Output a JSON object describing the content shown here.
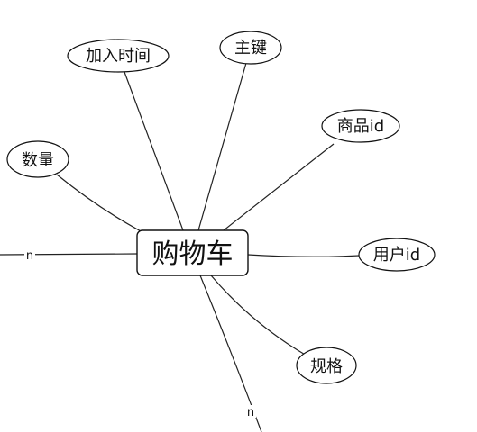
{
  "entity": {
    "label": "购物车"
  },
  "attributes": [
    {
      "id": "join-time",
      "label": "加入时间"
    },
    {
      "id": "primary-key",
      "label": "主键"
    },
    {
      "id": "product-id",
      "label": "商品id"
    },
    {
      "id": "quantity",
      "label": "数量"
    },
    {
      "id": "user-id",
      "label": "用户id"
    },
    {
      "id": "spec",
      "label": "规格"
    }
  ],
  "relationships": [
    {
      "id": "left",
      "cardinality": "n"
    },
    {
      "id": "bottom",
      "cardinality": "n"
    }
  ]
}
